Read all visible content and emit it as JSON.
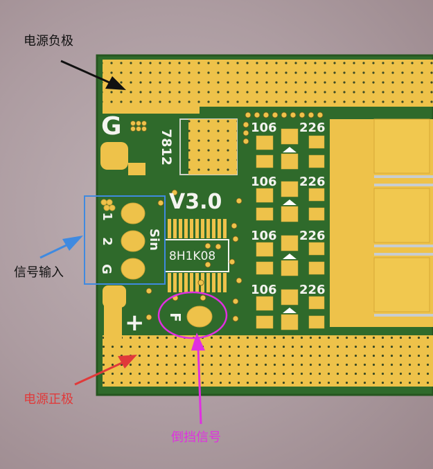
{
  "annotations": {
    "negative": "电源负极",
    "signal_in": "信号输入",
    "positive": "电源正极",
    "reverse": "倒挡信号"
  },
  "silkscreen": {
    "g_big": "G",
    "regulator": "7812",
    "version": "V3.0",
    "pin1": "1",
    "pin2": "2",
    "pinG": "G",
    "sin": "Sin",
    "chip": "8H1K08",
    "f": "F",
    "plus": "+",
    "cap1": "106",
    "cap2": "226"
  },
  "colors": {
    "board": "#2f6a2b",
    "copper": "#eec24a",
    "negative_label": "#111111",
    "positive_label": "#e03a3a",
    "signal_box": "#3f8ae0",
    "reverse_circle": "#e030e0"
  }
}
